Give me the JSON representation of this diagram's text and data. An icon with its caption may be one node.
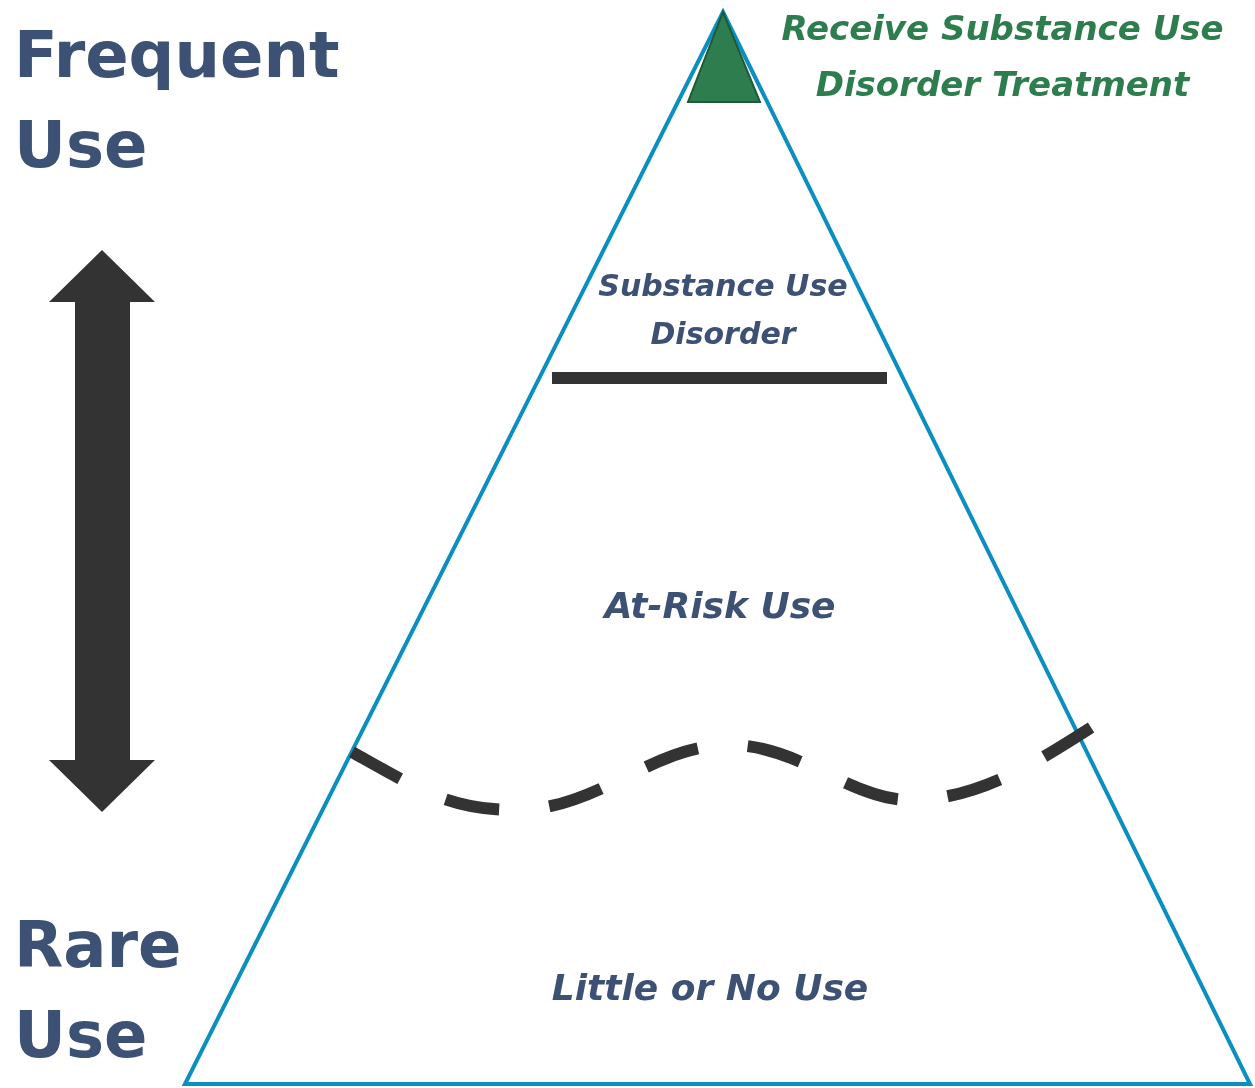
{
  "diagram": {
    "nodes": [
      {
        "text": [],
        "shape": "triangle",
        "beside": [
          "Receive Substance Use Disorder Treatment"
        ]
      },
      {
        "text": [
          "Substance Use Disorder"
        ]
      },
      {
        "text": [
          "At-Risk Use"
        ]
      },
      {
        "text": [
          "Little or No Use"
        ]
      }
    ],
    "labels": [
      "Frequent Use",
      "Rare Use"
    ]
  }
}
